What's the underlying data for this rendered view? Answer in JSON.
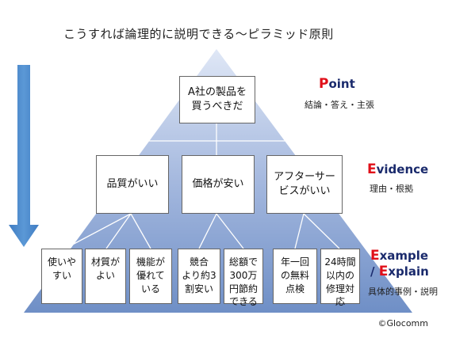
{
  "title": "こうすれば論理的に説明できる〜ピラミッド原則",
  "levels": {
    "point": {
      "cap": "P",
      "rest": "oint",
      "sub": "結論・答え・主張"
    },
    "evidence": {
      "cap": "E",
      "rest": "vidence",
      "sub": "理由・根拠"
    },
    "example": {
      "cap1": "E",
      "rest1": "xample",
      "slash": "/ ",
      "cap2": "E",
      "rest2": "xplain",
      "sub": "具体的事例・説明"
    }
  },
  "top_box": "A社の製品を\n買うべきだ",
  "mid_boxes": [
    "品質がいい",
    "価格が安い",
    "アフターサー\nビスがいい"
  ],
  "bottom_boxes": [
    "使いや\nすい",
    "材質が\nよい",
    "機能が\n優れて\nいる",
    "競合\nより約3\n割安い",
    "総額で\n300万\n円節約\nできる",
    "年一回\nの無料\n点検",
    "24時間\n以内の\n修理対\n応"
  ],
  "copyright": "©Glocomm",
  "colors": {
    "pyramid_top": "#c9d6ef",
    "pyramid_bottom": "#6f8fc6",
    "arrow": "#4a86c8"
  }
}
